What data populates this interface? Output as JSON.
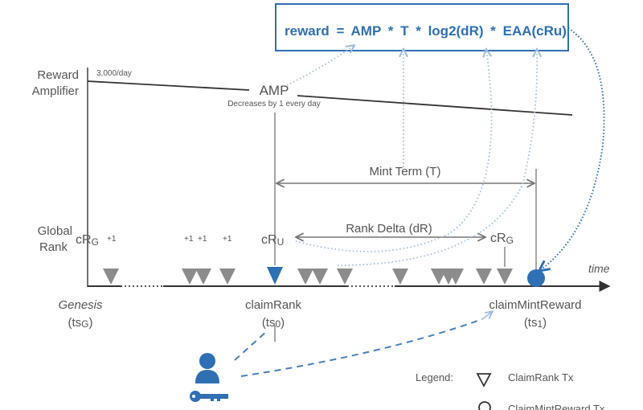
{
  "formula": {
    "reward": "reward",
    "eq": "=",
    "amp": "AMP",
    "t": "T",
    "log": "log2(dR)",
    "eaa": "EAA(cRu)",
    "mult": "*"
  },
  "axes": {
    "reward_amplifier_line1": "Reward",
    "reward_amplifier_line2": "Amplifier",
    "global_rank_line1": "Global",
    "global_rank_line2": "Rank",
    "time": "time"
  },
  "amp": {
    "start_label": "3,000/day",
    "label": "AMP",
    "note": "Decreases by 1 every day"
  },
  "spans": {
    "mint_term": "Mint Term (T)",
    "rank_delta": "Rank Delta (dR)"
  },
  "rank_labels": {
    "cr_g_left_main": "cR",
    "cr_g_left_sub": "G",
    "cr_u_main": "cR",
    "cr_u_sub": "U",
    "cr_g_right_main": "cR",
    "cr_g_right_sub": "G",
    "plus_one": "+1"
  },
  "events": {
    "genesis": "Genesis",
    "genesis_ts_main": "(ts",
    "genesis_ts_sub": "G",
    "claim_rank": "claimRank",
    "claim_rank_ts_main": "(ts",
    "claim_rank_ts_sub": "0",
    "claim_mint_reward": "claimMintReward",
    "claim_mint_reward_ts_main": "(ts",
    "claim_mint_reward_ts_sub": "1",
    "close_paren": ")"
  },
  "legend": {
    "title": "Legend:",
    "claim_rank_tx": "ClaimRank Tx",
    "claim_mint_reward_tx": "ClaimMintReward Tx"
  },
  "colors": {
    "accent_blue": "#2f6fb3",
    "dotted_blue": "#8fb3d9",
    "gray": "#8c8c8c",
    "text": "#555555"
  }
}
